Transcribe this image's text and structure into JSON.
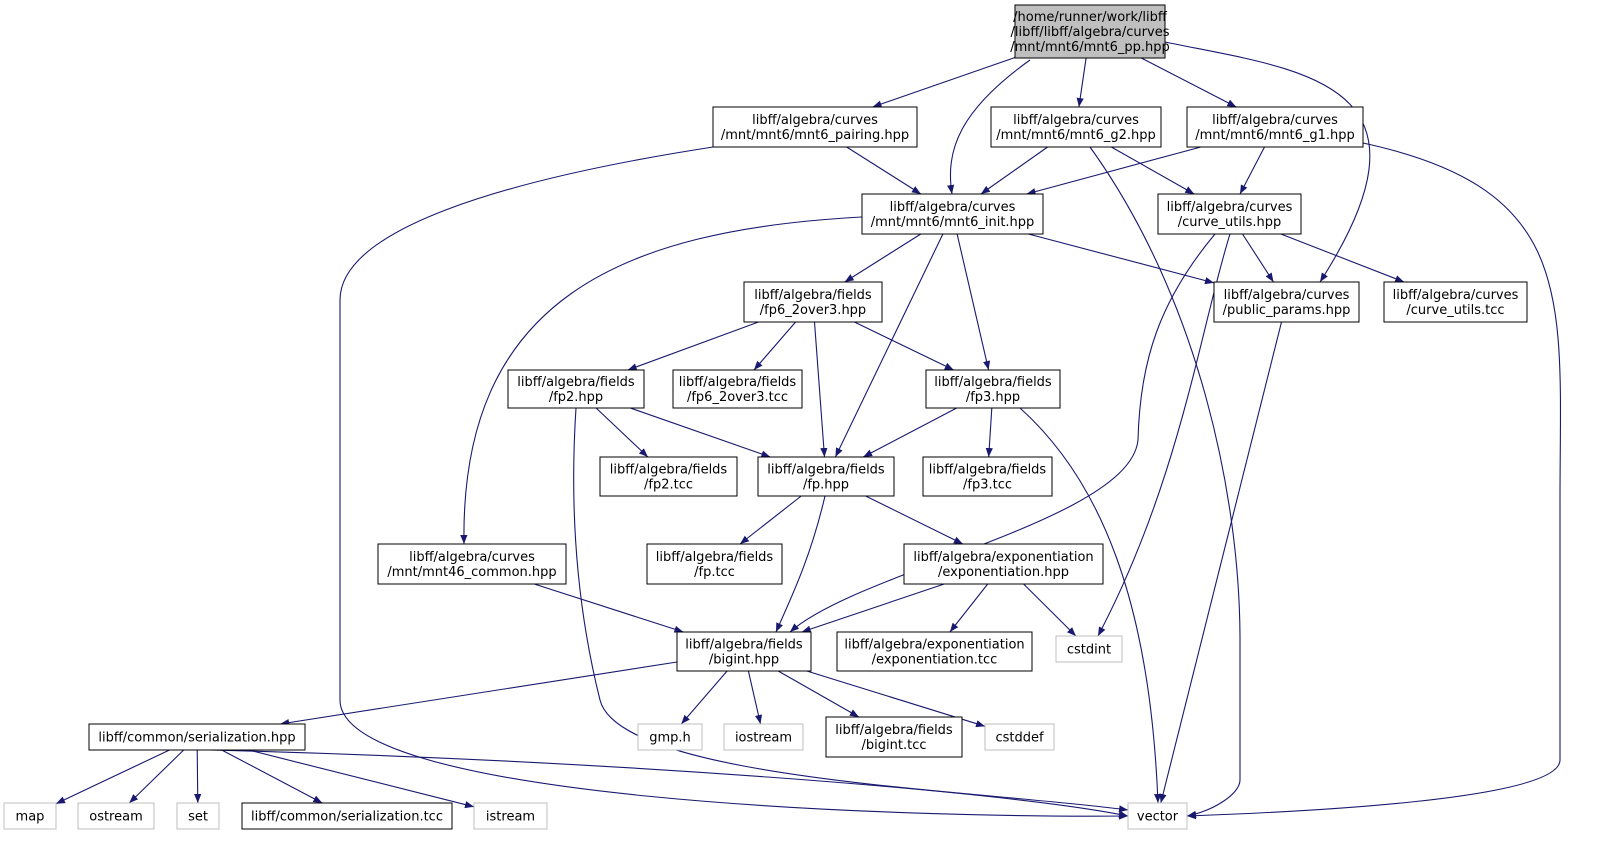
{
  "colors": {
    "edge": "#191970",
    "root_fill": "#bfbfbf",
    "system_border": "#bfbfbf"
  },
  "nodes": [
    {
      "id": "root",
      "lines": [
        "/home/runner/work/libff",
        "/libff/libff/algebra/curves",
        "/mnt/mnt6/mnt6_pp.hpp"
      ],
      "kind": "root"
    },
    {
      "id": "pairing",
      "lines": [
        "libff/algebra/curves",
        "/mnt/mnt6/mnt6_pairing.hpp"
      ],
      "kind": "file"
    },
    {
      "id": "g2",
      "lines": [
        "libff/algebra/curves",
        "/mnt/mnt6/mnt6_g2.hpp"
      ],
      "kind": "file"
    },
    {
      "id": "g1",
      "lines": [
        "libff/algebra/curves",
        "/mnt/mnt6/mnt6_g1.hpp"
      ],
      "kind": "file"
    },
    {
      "id": "init",
      "lines": [
        "libff/algebra/curves",
        "/mnt/mnt6/mnt6_init.hpp"
      ],
      "kind": "file"
    },
    {
      "id": "curve_utils",
      "lines": [
        "libff/algebra/curves",
        "/curve_utils.hpp"
      ],
      "kind": "file"
    },
    {
      "id": "fp6",
      "lines": [
        "libff/algebra/fields",
        "/fp6_2over3.hpp"
      ],
      "kind": "file"
    },
    {
      "id": "public_params",
      "lines": [
        "libff/algebra/curves",
        "/public_params.hpp"
      ],
      "kind": "file"
    },
    {
      "id": "curve_utils_tcc",
      "lines": [
        "libff/algebra/curves",
        "/curve_utils.tcc"
      ],
      "kind": "file"
    },
    {
      "id": "fp2",
      "lines": [
        "libff/algebra/fields",
        "/fp2.hpp"
      ],
      "kind": "file"
    },
    {
      "id": "fp6_tcc",
      "lines": [
        "libff/algebra/fields",
        "/fp6_2over3.tcc"
      ],
      "kind": "file"
    },
    {
      "id": "fp3",
      "lines": [
        "libff/algebra/fields",
        "/fp3.hpp"
      ],
      "kind": "file"
    },
    {
      "id": "fp2_tcc",
      "lines": [
        "libff/algebra/fields",
        "/fp2.tcc"
      ],
      "kind": "file"
    },
    {
      "id": "fp",
      "lines": [
        "libff/algebra/fields",
        "/fp.hpp"
      ],
      "kind": "file"
    },
    {
      "id": "fp3_tcc",
      "lines": [
        "libff/algebra/fields",
        "/fp3.tcc"
      ],
      "kind": "file"
    },
    {
      "id": "mnt46",
      "lines": [
        "libff/algebra/curves",
        "/mnt/mnt46_common.hpp"
      ],
      "kind": "file"
    },
    {
      "id": "fp_tcc",
      "lines": [
        "libff/algebra/fields",
        "/fp.tcc"
      ],
      "kind": "file"
    },
    {
      "id": "expo",
      "lines": [
        "libff/algebra/exponentiation",
        "/exponentiation.hpp"
      ],
      "kind": "file"
    },
    {
      "id": "bigint",
      "lines": [
        "libff/algebra/fields",
        "/bigint.hpp"
      ],
      "kind": "file"
    },
    {
      "id": "expo_tcc",
      "lines": [
        "libff/algebra/exponentiation",
        "/exponentiation.tcc"
      ],
      "kind": "file"
    },
    {
      "id": "cstdint",
      "lines": [
        "cstdint"
      ],
      "kind": "system"
    },
    {
      "id": "serialization",
      "lines": [
        "libff/common/serialization.hpp"
      ],
      "kind": "file"
    },
    {
      "id": "gmp",
      "lines": [
        "gmp.h"
      ],
      "kind": "system"
    },
    {
      "id": "iostream",
      "lines": [
        "iostream"
      ],
      "kind": "system"
    },
    {
      "id": "bigint_tcc",
      "lines": [
        "libff/algebra/fields",
        "/bigint.tcc"
      ],
      "kind": "file"
    },
    {
      "id": "cstddef",
      "lines": [
        "cstddef"
      ],
      "kind": "system"
    },
    {
      "id": "map",
      "lines": [
        "map"
      ],
      "kind": "system"
    },
    {
      "id": "ostream",
      "lines": [
        "ostream"
      ],
      "kind": "system"
    },
    {
      "id": "set",
      "lines": [
        "set"
      ],
      "kind": "system"
    },
    {
      "id": "serialization_tcc",
      "lines": [
        "libff/common/serialization.tcc"
      ],
      "kind": "file"
    },
    {
      "id": "istream",
      "lines": [
        "istream"
      ],
      "kind": "system"
    },
    {
      "id": "vector",
      "lines": [
        "vector"
      ],
      "kind": "system"
    }
  ],
  "edges": [
    [
      "root",
      "pairing"
    ],
    [
      "root",
      "init"
    ],
    [
      "root",
      "g2"
    ],
    [
      "root",
      "g1"
    ],
    [
      "root",
      "public_params"
    ],
    [
      "pairing",
      "init"
    ],
    [
      "pairing",
      "vector"
    ],
    [
      "g2",
      "init"
    ],
    [
      "g2",
      "curve_utils"
    ],
    [
      "g2",
      "vector"
    ],
    [
      "g1",
      "init"
    ],
    [
      "g1",
      "curve_utils"
    ],
    [
      "g1",
      "vector"
    ],
    [
      "init",
      "fp6"
    ],
    [
      "init",
      "fp"
    ],
    [
      "init",
      "fp3"
    ],
    [
      "init",
      "public_params"
    ],
    [
      "init",
      "mnt46"
    ],
    [
      "curve_utils",
      "public_params"
    ],
    [
      "curve_utils",
      "curve_utils_tcc"
    ],
    [
      "curve_utils",
      "bigint"
    ],
    [
      "curve_utils",
      "cstdint"
    ],
    [
      "public_params",
      "vector"
    ],
    [
      "fp6",
      "fp2"
    ],
    [
      "fp6",
      "fp6_tcc"
    ],
    [
      "fp6",
      "fp"
    ],
    [
      "fp6",
      "fp3"
    ],
    [
      "fp2",
      "fp2_tcc"
    ],
    [
      "fp2",
      "fp"
    ],
    [
      "fp2",
      "vector"
    ],
    [
      "fp3",
      "fp"
    ],
    [
      "fp3",
      "fp3_tcc"
    ],
    [
      "fp3",
      "vector"
    ],
    [
      "fp",
      "fp_tcc"
    ],
    [
      "fp",
      "expo"
    ],
    [
      "fp",
      "bigint"
    ],
    [
      "mnt46",
      "bigint"
    ],
    [
      "expo",
      "bigint"
    ],
    [
      "expo",
      "expo_tcc"
    ],
    [
      "expo",
      "cstdint"
    ],
    [
      "bigint",
      "serialization"
    ],
    [
      "bigint",
      "gmp"
    ],
    [
      "bigint",
      "iostream"
    ],
    [
      "bigint",
      "bigint_tcc"
    ],
    [
      "bigint",
      "cstddef"
    ],
    [
      "serialization",
      "map"
    ],
    [
      "serialization",
      "ostream"
    ],
    [
      "serialization",
      "set"
    ],
    [
      "serialization",
      "serialization_tcc"
    ],
    [
      "serialization",
      "istream"
    ],
    [
      "serialization",
      "vector"
    ]
  ]
}
